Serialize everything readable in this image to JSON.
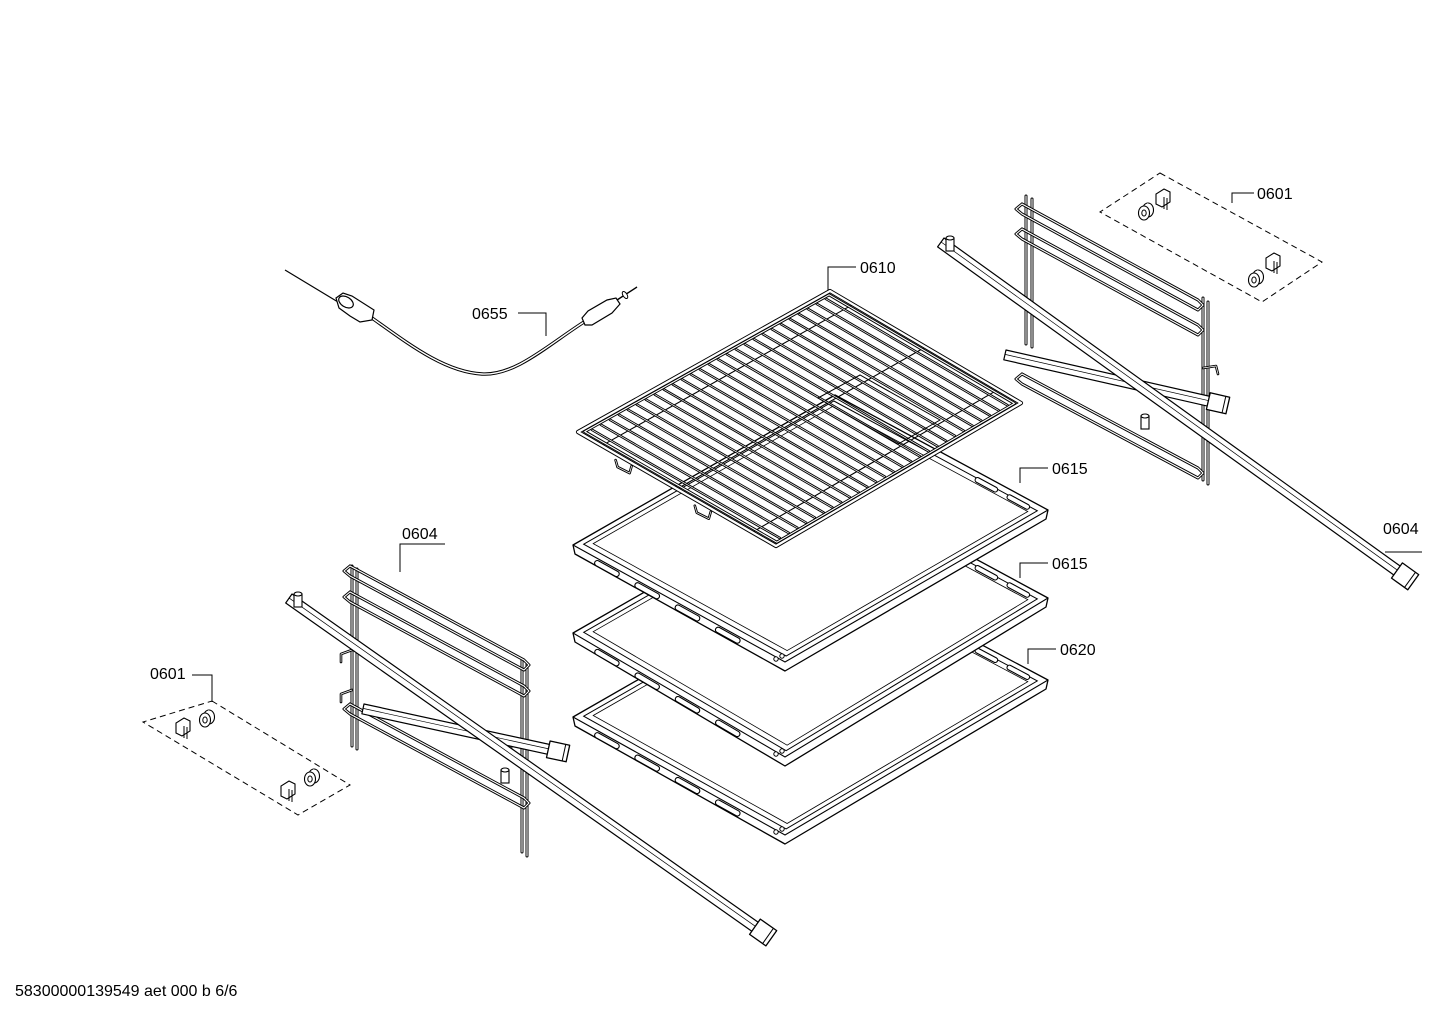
{
  "callouts": [
    {
      "label": "0601"
    },
    {
      "label": "0610"
    },
    {
      "label": "0655"
    },
    {
      "label": "0615"
    },
    {
      "label": "0604"
    },
    {
      "label": "0615"
    },
    {
      "label": "0620"
    },
    {
      "label": "0604"
    },
    {
      "label": "0601"
    }
  ],
  "footer": "58300000139549 aet 000 b 6/6"
}
